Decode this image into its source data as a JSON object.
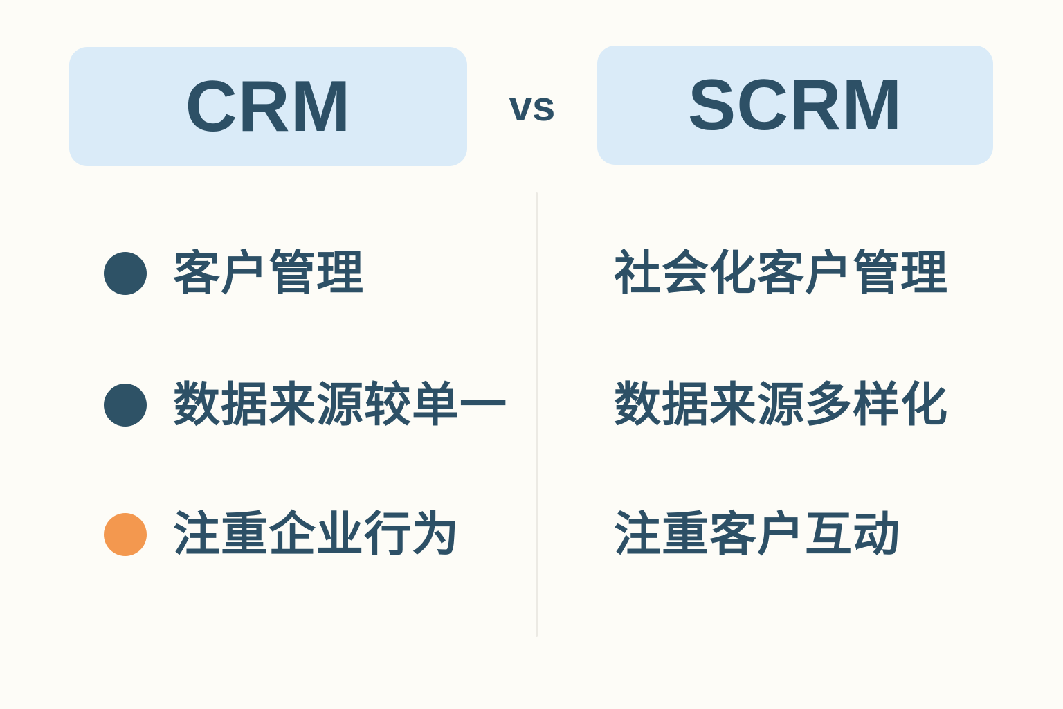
{
  "theme": {
    "background": "#fdfcf7",
    "badge_bg": "#daebf8",
    "text_color": "#2d5066",
    "bullet_dark": "#2e5266",
    "bullet_accent": "#f3984f",
    "divider_color": "#eceae4"
  },
  "header": {
    "left_badge_label": "CRM",
    "separator_label": "vs",
    "right_badge_label": "SCRM"
  },
  "comparison": {
    "left_column": {
      "title": "CRM",
      "items": [
        {
          "label": "客户管理",
          "bullet": "dark"
        },
        {
          "label": "数据来源较单一",
          "bullet": "dark"
        },
        {
          "label": "注重企业行为",
          "bullet": "accent"
        }
      ]
    },
    "right_column": {
      "title": "SCRM",
      "items": [
        {
          "label": "社会化客户管理",
          "bullet": "none"
        },
        {
          "label": "数据来源多样化",
          "bullet": "none"
        },
        {
          "label": "注重客户互动",
          "bullet": "none"
        }
      ]
    }
  }
}
